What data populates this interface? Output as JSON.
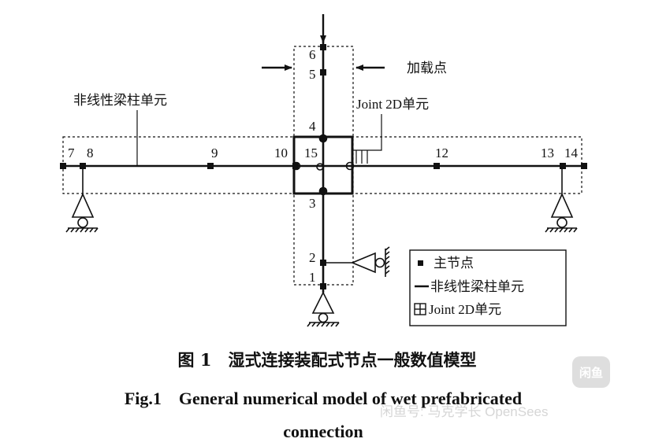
{
  "labels": {
    "nonlinear_element": "非线性梁柱单元",
    "loading_point": "加载点",
    "joint_element": "Joint 2D单元"
  },
  "nodes": [
    "1",
    "2",
    "3",
    "4",
    "5",
    "6",
    "7",
    "8",
    "9",
    "10",
    "12",
    "13",
    "14",
    "15"
  ],
  "legend": {
    "main_node": "主节点",
    "nonlinear_element": "非线性梁柱单元",
    "joint_element": "Joint 2D单元"
  },
  "caption": {
    "zh": "图 1　湿式连接装配式节点一般数值模型",
    "en_line1": "Fig.1　General numerical model of wet prefabricated",
    "en_line2": "connection"
  },
  "watermark": {
    "logo": "闲鱼",
    "text": "闲鱼号: 马克学长 OpenSees"
  },
  "colors": {
    "ink": "#111111",
    "watermark": "#d6d6d6"
  }
}
